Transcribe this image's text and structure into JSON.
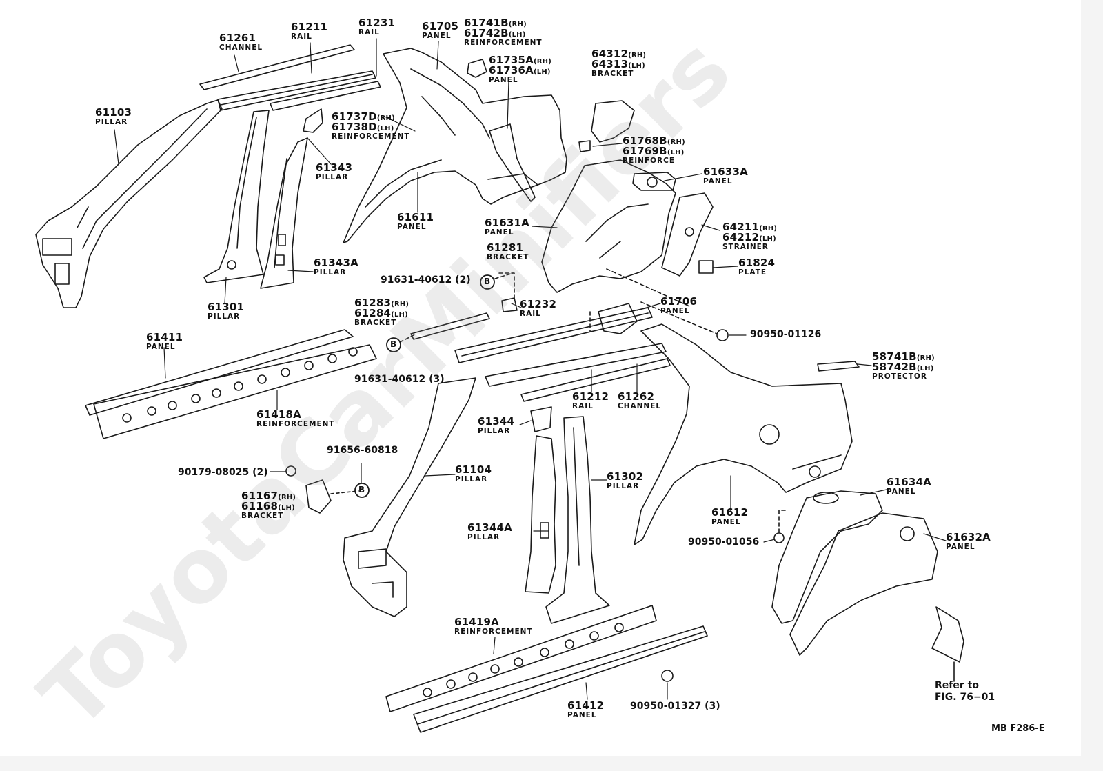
{
  "watermark": "ToyotaCarMinifiers",
  "figure_code": "MB F286-E",
  "refer_note": {
    "line1": "Refer to",
    "line2": "FIG. 76−01"
  },
  "bubble_letter": "B",
  "parts": [
    {
      "num": "61261",
      "name": "CHANNEL"
    },
    {
      "num": "61211",
      "name": "RAIL"
    },
    {
      "num": "61231",
      "name": "RAIL"
    },
    {
      "num": "61705",
      "name": "PANEL"
    },
    {
      "num": "61741B",
      "sfx": "(RH)",
      "num2": "61742B",
      "sfx2": "(LH)",
      "name": "REINFORCEMENT"
    },
    {
      "num": "61735A",
      "sfx": "(RH)",
      "num2": "61736A",
      "sfx2": "(LH)",
      "name": "PANEL"
    },
    {
      "num": "64312",
      "sfx": "(RH)",
      "num2": "64313",
      "sfx2": "(LH)",
      "name": "BRACKET"
    },
    {
      "num": "61103",
      "name": "PILLAR"
    },
    {
      "num": "61737D",
      "sfx": "(RH)",
      "num2": "61738D",
      "sfx2": "(LH)",
      "name": "REINFORCEMENT"
    },
    {
      "num": "61768B",
      "sfx": "(RH)",
      "num2": "61769B",
      "sfx2": "(LH)",
      "name": "REINFORCE"
    },
    {
      "num": "61343",
      "name": "PILLAR"
    },
    {
      "num": "61633A",
      "name": "PANEL"
    },
    {
      "num": "61611",
      "name": "PANEL"
    },
    {
      "num": "61631A",
      "name": "PANEL"
    },
    {
      "num": "64211",
      "sfx": "(RH)",
      "num2": "64212",
      "sfx2": "(LH)",
      "name": "STRAINER"
    },
    {
      "num": "61281",
      "name": "BRACKET"
    },
    {
      "num": "61343A",
      "name": "PILLAR"
    },
    {
      "num": "61824",
      "name": "PLATE"
    },
    {
      "num": "61301",
      "name": "PILLAR"
    },
    {
      "num": "61283",
      "sfx": "(RH)",
      "num2": "61284",
      "sfx2": "(LH)",
      "name": "BRACKET"
    },
    {
      "num": "61232",
      "name": "RAIL"
    },
    {
      "num": "61706",
      "name": "PANEL"
    },
    {
      "num": "61411",
      "name": "PANEL"
    },
    {
      "num": "58741B",
      "sfx": "(RH)",
      "num2": "58742B",
      "sfx2": "(LH)",
      "name": "PROTECTOR"
    },
    {
      "num": "61212",
      "name": "RAIL"
    },
    {
      "num": "61262",
      "name": "CHANNEL"
    },
    {
      "num": "61418A",
      "name": "REINFORCEMENT"
    },
    {
      "num": "61344",
      "name": "PILLAR"
    },
    {
      "num": "61104",
      "name": "PILLAR"
    },
    {
      "num": "61302",
      "name": "PILLAR"
    },
    {
      "num": "61634A",
      "name": "PANEL"
    },
    {
      "num": "61167",
      "sfx": "(RH)",
      "num2": "61168",
      "sfx2": "(LH)",
      "name": "BRACKET"
    },
    {
      "num": "61612",
      "name": "PANEL"
    },
    {
      "num": "61632A",
      "name": "PANEL"
    },
    {
      "num": "61344A",
      "name": "PILLAR"
    },
    {
      "num": "61419A",
      "name": "REINFORCEMENT"
    },
    {
      "num": "61412",
      "name": "PANEL"
    }
  ],
  "fasteners": [
    {
      "text": "91631-40612 (2)"
    },
    {
      "text": "91631-40612 (3)"
    },
    {
      "text": "91656-60818"
    },
    {
      "text": "90179-08025 (2)"
    },
    {
      "text": "90950-01126"
    },
    {
      "text": "90950-01056"
    },
    {
      "text": "90950-01327 (3)"
    }
  ]
}
